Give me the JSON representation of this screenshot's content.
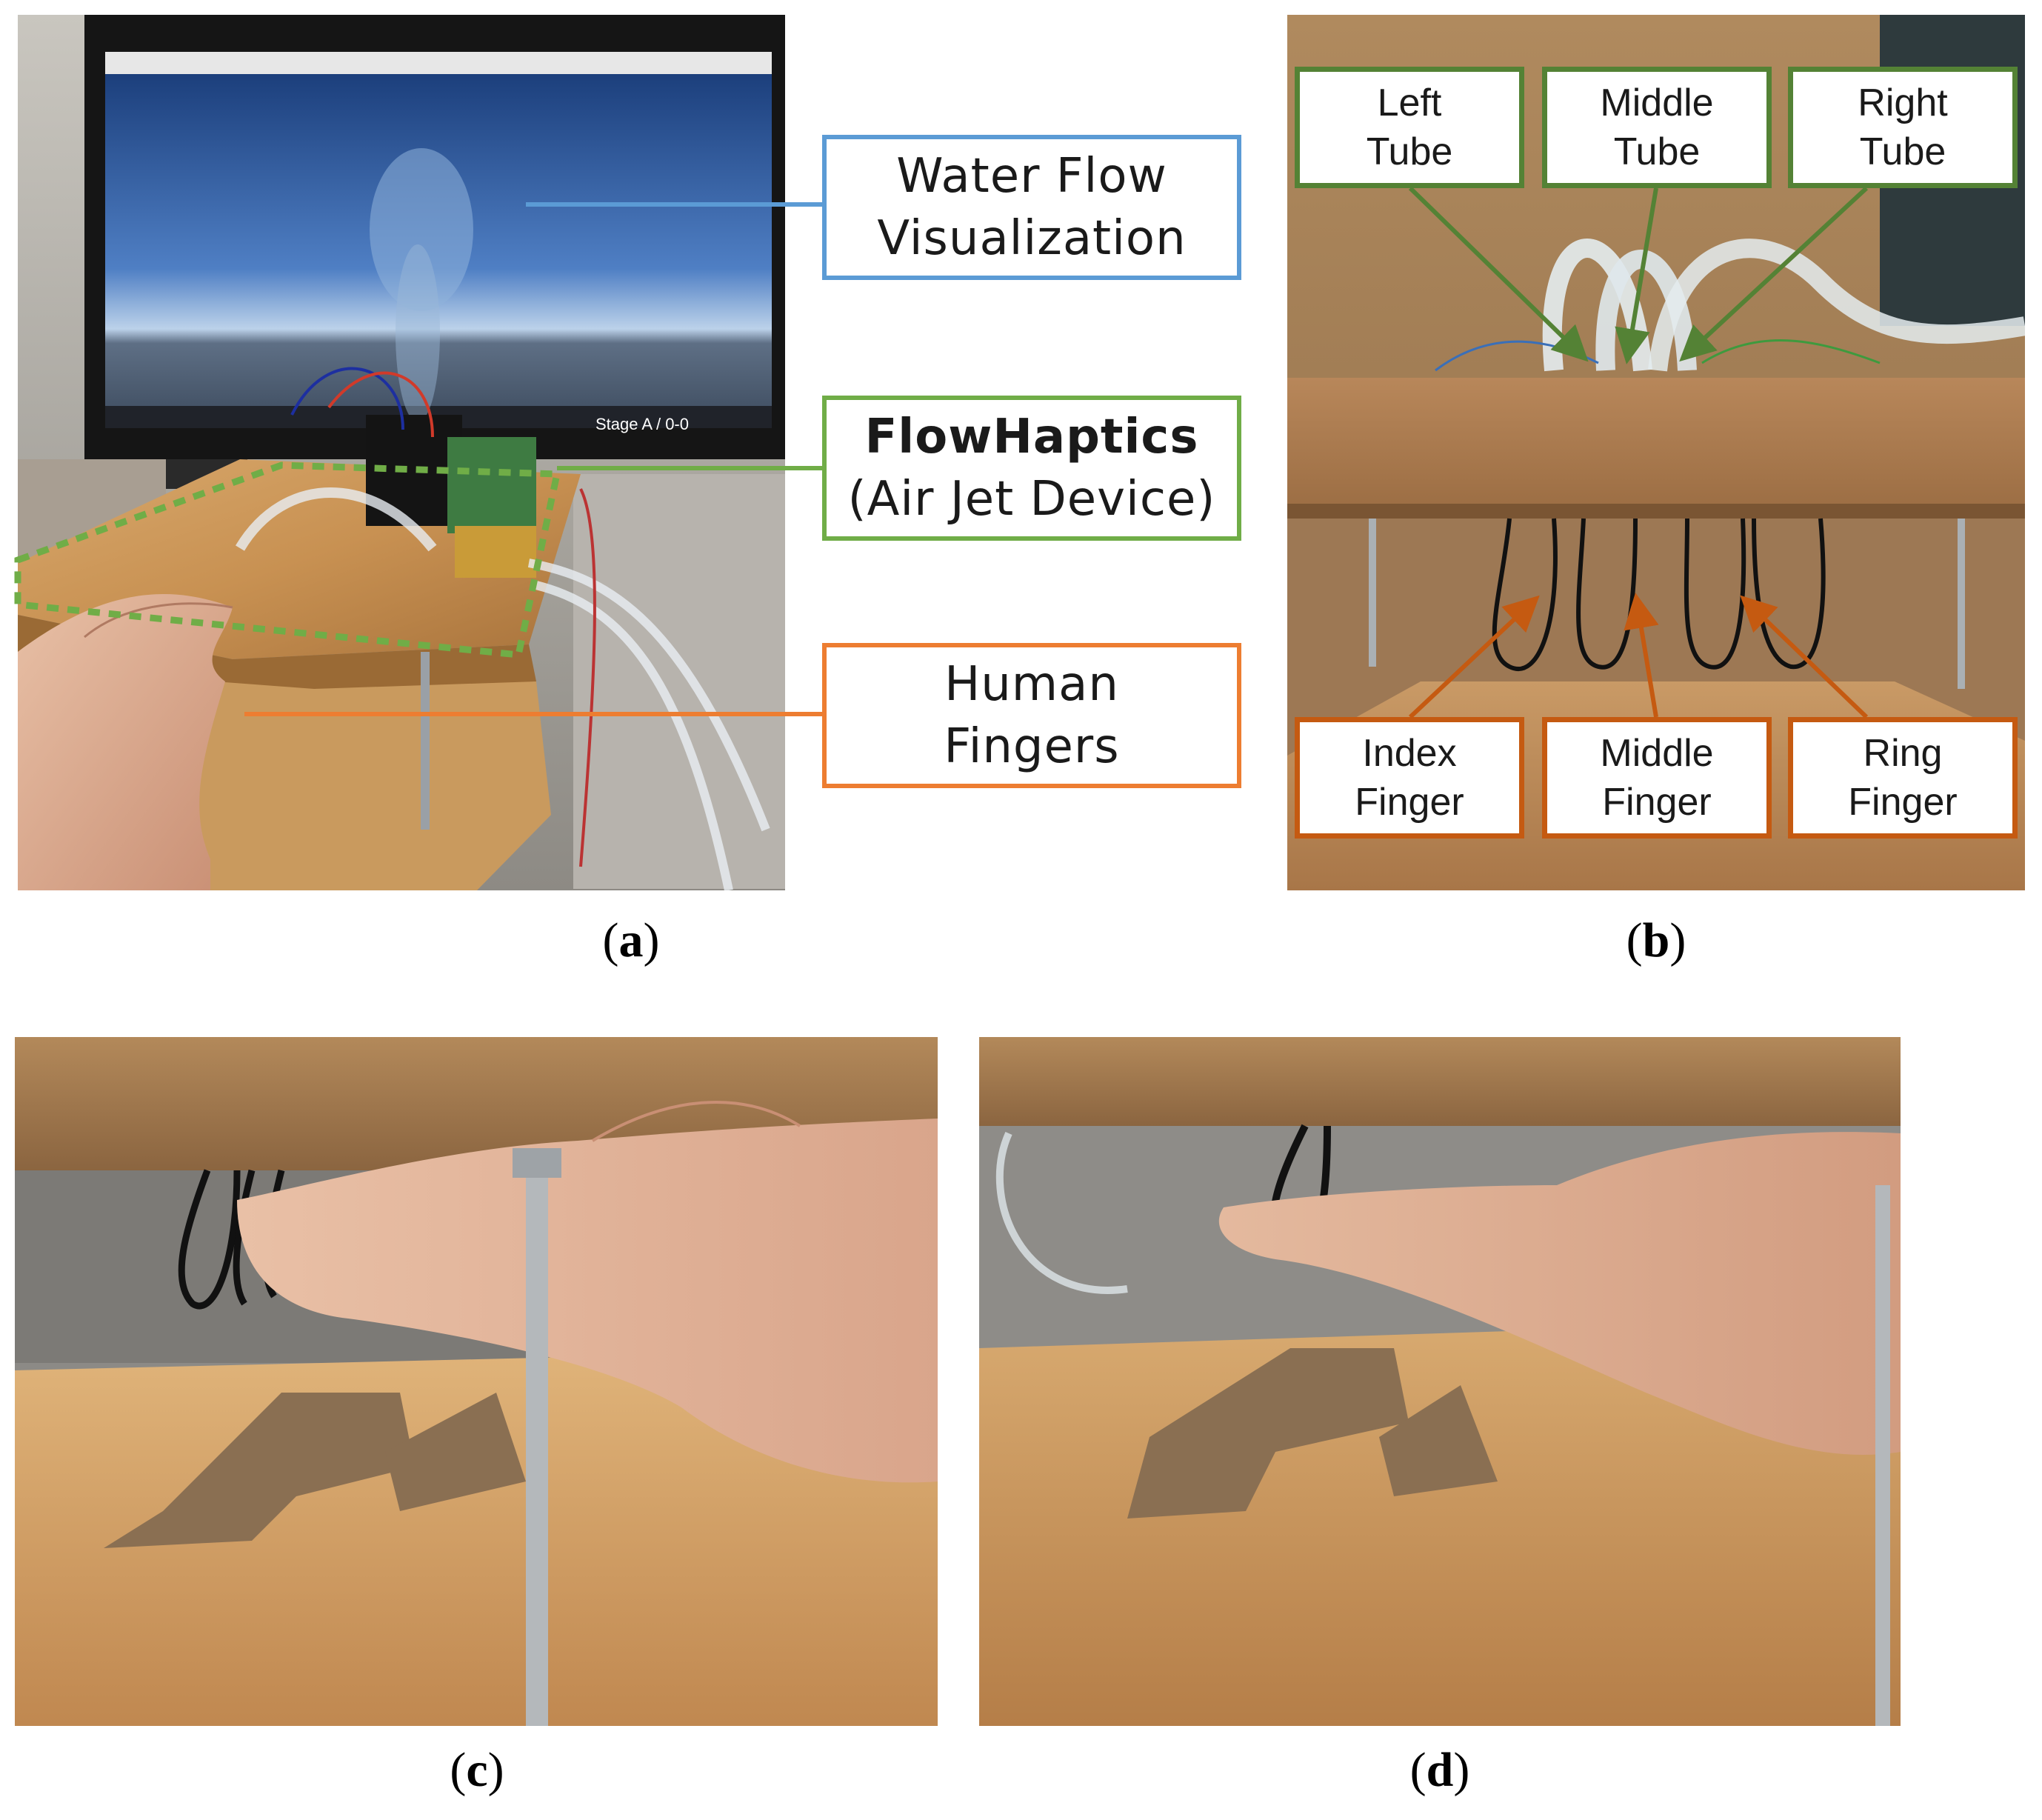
{
  "panels": {
    "a": {
      "label": "a",
      "screen_text": "Stage A / 0-0",
      "callouts": {
        "water_flow": [
          "Water Flow",
          "Visualization"
        ],
        "device": [
          "FlowHaptics",
          "(Air Jet Device)"
        ],
        "fingers": [
          "Human",
          "Fingers"
        ]
      }
    },
    "b": {
      "label": "b",
      "tubes": {
        "left": [
          "Left",
          "Tube"
        ],
        "middle": [
          "Middle",
          "Tube"
        ],
        "right": [
          "Right",
          "Tube"
        ]
      },
      "fingers": {
        "index": [
          "Index",
          "Finger"
        ],
        "middle": [
          "Middle",
          "Finger"
        ],
        "ring": [
          "Ring",
          "Finger"
        ]
      }
    },
    "c": {
      "label": "c"
    },
    "d": {
      "label": "d"
    }
  },
  "colors": {
    "blue": "#5b9bd5",
    "green": "#70ad47",
    "orange": "#ed7d31",
    "dark_green": "#548235",
    "dark_orange": "#c55a11"
  }
}
